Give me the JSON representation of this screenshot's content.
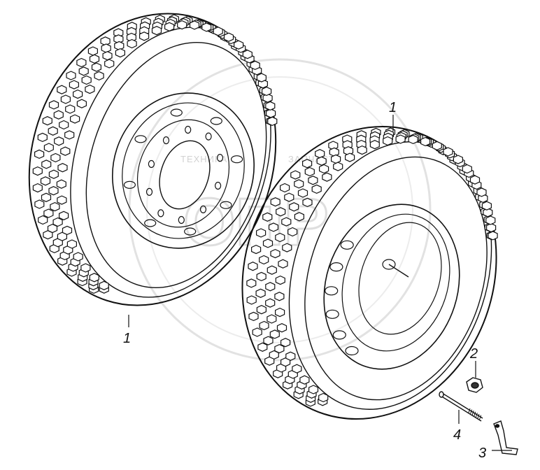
{
  "watermark": {
    "left_text": "ТЕХНИКА",
    "right_text": "ЗАПЧАСТИ",
    "logo_text": "ОПР"
  },
  "callouts": [
    {
      "id": "left-wheel",
      "label": "1"
    },
    {
      "id": "right-wheel",
      "label": "1"
    },
    {
      "id": "nut",
      "label": "2"
    },
    {
      "id": "bracket",
      "label": "3"
    },
    {
      "id": "stud",
      "label": "4"
    }
  ],
  "colors": {
    "line": "#111111",
    "watermark": "#d6d6d6",
    "background": "#ffffff"
  }
}
